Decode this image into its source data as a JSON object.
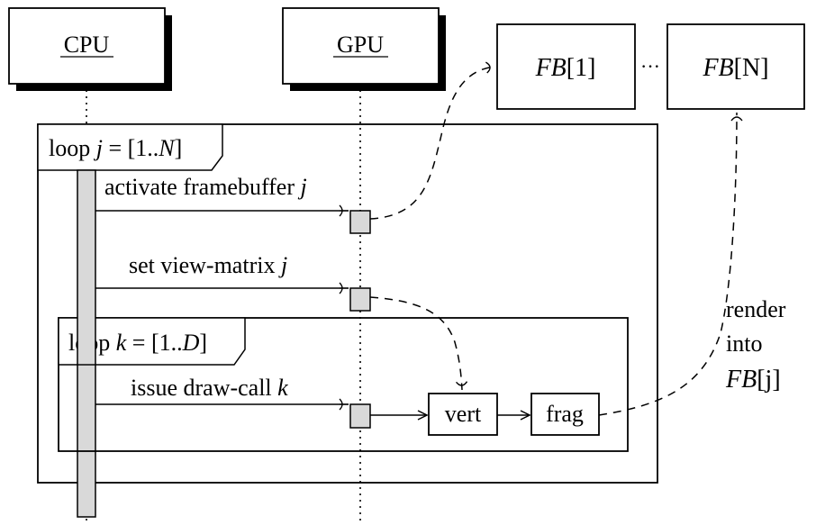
{
  "participants": {
    "cpu": "CPU",
    "gpu": "GPU"
  },
  "framebuffers": {
    "first": {
      "name": "FB",
      "index": "[1]"
    },
    "ellipsis": "···",
    "last": {
      "name": "FB",
      "index": "[N]"
    }
  },
  "outer_loop": {
    "keyword": "loop",
    "var": "j",
    "eq": " = [1..",
    "bound": "N",
    "close": "]"
  },
  "inner_loop": {
    "keyword": "loop",
    "var": "k",
    "eq": " = [1..",
    "bound": "D",
    "close": "]"
  },
  "messages": {
    "activate": {
      "text": "activate framebuffer ",
      "var": "j"
    },
    "view": {
      "text": "set view-matrix ",
      "var": "j"
    },
    "draw": {
      "text": "issue draw-call ",
      "var": "k"
    }
  },
  "stages": {
    "vert": "vert",
    "frag": "frag"
  },
  "render_note": {
    "line1": "render",
    "line2": "into",
    "fb": "FB",
    "index": "[j]"
  }
}
